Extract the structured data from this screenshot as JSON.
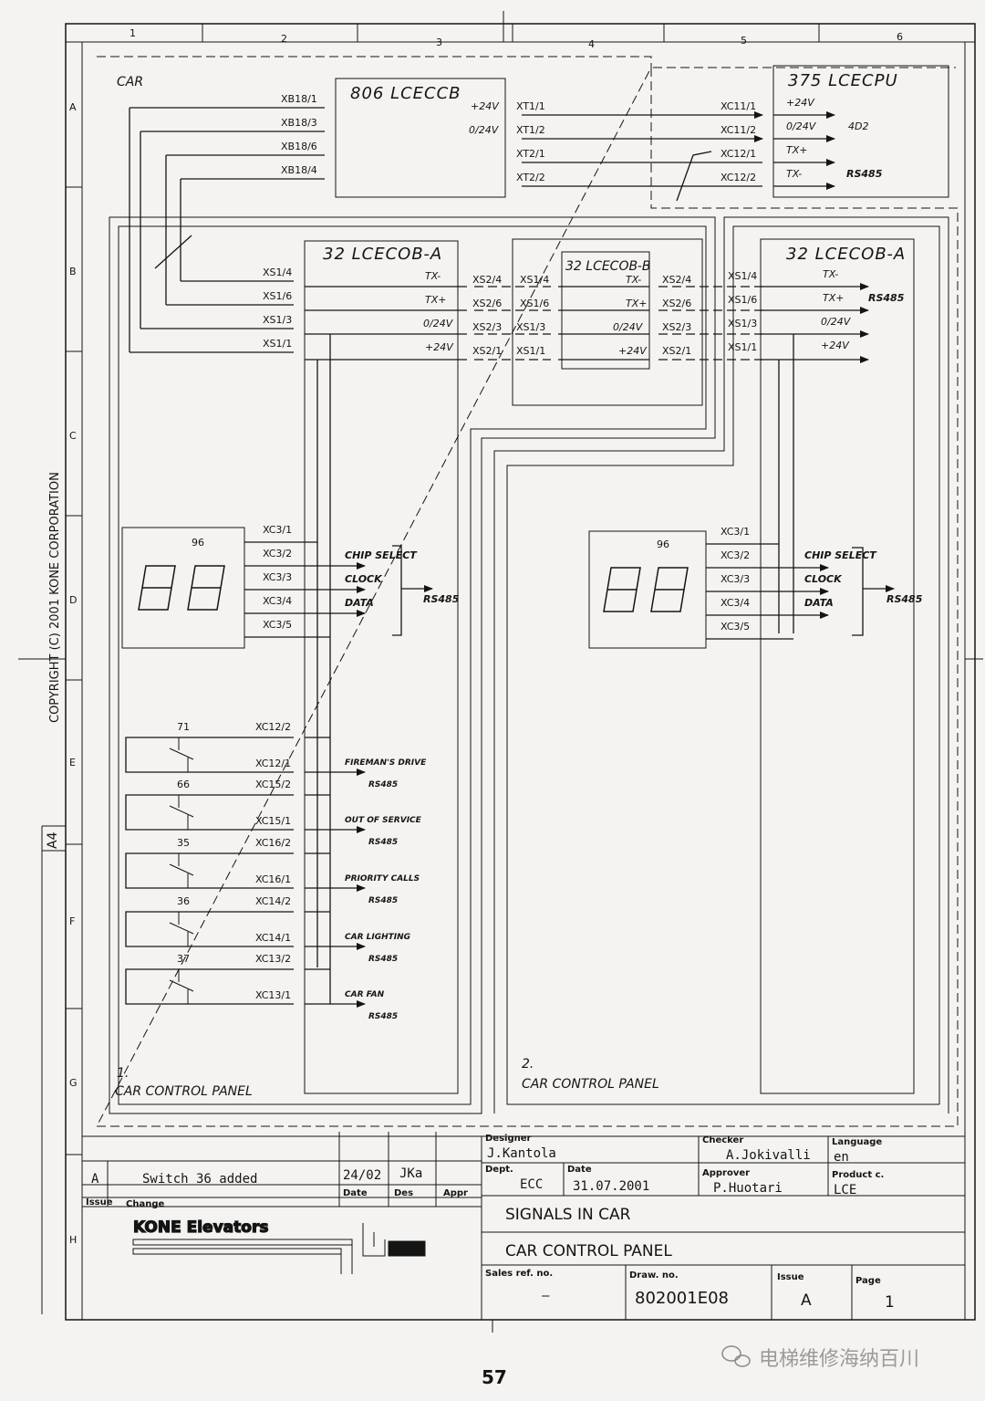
{
  "columns": [
    "1",
    "2",
    "3",
    "4",
    "5",
    "6"
  ],
  "rows": [
    "A",
    "B",
    "C",
    "D",
    "E",
    "F",
    "G",
    "H"
  ],
  "copyright": "COPYRIGHT (C) 2001 KONE CORPORATION",
  "paper_size": "A4",
  "page_number": "57",
  "watermark": "电梯维修海纳百川",
  "car_label": "CAR",
  "blocks": {
    "lceccb": {
      "title": "806 LCECCB",
      "pins_left": [
        "XB18/1",
        "XB18/3",
        "XB18/6",
        "XB18/4"
      ],
      "pins_right": [
        "XT1/1",
        "XT1/2",
        "XT2/1",
        "XT2/2"
      ],
      "signals": [
        "+24V",
        "0/24V"
      ]
    },
    "lcecpu": {
      "title": "375 LCECPU",
      "pins": [
        "XC11/1",
        "XC11/2",
        "XC12/1",
        "XC12/2"
      ],
      "signals": [
        "+24V",
        "0/24V",
        "TX+",
        "TX-"
      ],
      "note1": "4D2",
      "note2": "RS485"
    },
    "cob_a_left": {
      "title": "32 LCECOB-A",
      "pins": [
        "XS1/4",
        "XS1/6",
        "XS1/3",
        "XS1/1"
      ],
      "signals": [
        "TX-",
        "TX+",
        "0/24V",
        "+24V"
      ],
      "out_pins": [
        "XS2/4",
        "XS2/6",
        "XS2/3",
        "XS2/1"
      ]
    },
    "cob_b": {
      "title": "32 LCECOB-B",
      "pins_left": [
        "XS1/4",
        "XS1/6",
        "XS1/3",
        "XS1/1"
      ],
      "signals": [
        "TX-",
        "TX+",
        "0/24V",
        "+24V"
      ],
      "pins_right": [
        "XS2/4",
        "XS2/6",
        "XS2/3",
        "XS2/1"
      ]
    },
    "cob_a_right": {
      "title": "32 LCECOB-A",
      "pins": [
        "XS1/4",
        "XS1/6",
        "XS1/3",
        "XS1/1"
      ],
      "signals": [
        "TX-",
        "TX+",
        "0/24V",
        "+24V"
      ],
      "note": "RS485"
    }
  },
  "display": {
    "id": "96",
    "pins": [
      "XC3/1",
      "XC3/2",
      "XC3/3",
      "XC3/4",
      "XC3/5"
    ],
    "signals": [
      "CHIP SELECT",
      "CLOCK",
      "DATA"
    ],
    "bus": "RS485"
  },
  "switches": [
    {
      "id": "71",
      "pin_top": "XC12/2",
      "pin_bot": "XC12/1",
      "function": "FIREMAN'S DRIVE",
      "bus": "RS485"
    },
    {
      "id": "66",
      "pin_top": "XC15/2",
      "pin_bot": "XC15/1",
      "function": "OUT OF SERVICE",
      "bus": "RS485"
    },
    {
      "id": "35",
      "pin_top": "XC16/2",
      "pin_bot": "XC16/1",
      "function": "PRIORITY CALLS",
      "bus": "RS485"
    },
    {
      "id": "36",
      "pin_top": "XC14/2",
      "pin_bot": "XC14/1",
      "function": "CAR LIGHTING",
      "bus": "RS485"
    },
    {
      "id": "37",
      "pin_top": "XC13/2",
      "pin_bot": "XC13/1",
      "function": "CAR FAN",
      "bus": "RS485"
    }
  ],
  "panels": [
    {
      "number": "1.",
      "name": "CAR CONTROL PANEL"
    },
    {
      "number": "2.",
      "name": "CAR CONTROL PANEL"
    }
  ],
  "title_block": {
    "designer_label": "Designer",
    "designer": "J.Kantola",
    "checker_label": "Checker",
    "checker": "A.Jokivalli",
    "language_label": "Language",
    "language": "en",
    "dept_label": "Dept.",
    "dept": "ECC",
    "date_label": "Date",
    "date": "31.07.2001",
    "approver_label": "Approver",
    "approver": "P.Huotari",
    "product_label": "Product c.",
    "product": "LCE",
    "title1": "SIGNALS IN CAR",
    "title2": "CAR CONTROL PANEL",
    "sales_label": "Sales ref. no.",
    "sales": "–",
    "drawno_label": "Draw. no.",
    "drawno": "802001E08",
    "issue_label": "Issue",
    "issue": "A",
    "page_label": "Page",
    "page": "1",
    "rev_issue": "A",
    "rev_change": "Switch 36 added",
    "rev_date": "24/02",
    "rev_des": "JKa",
    "hdr_issue": "Issue",
    "hdr_change": "Change",
    "hdr_date": "Date",
    "hdr_des": "Des",
    "hdr_appr": "Appr",
    "company": "KONE Elevators"
  }
}
